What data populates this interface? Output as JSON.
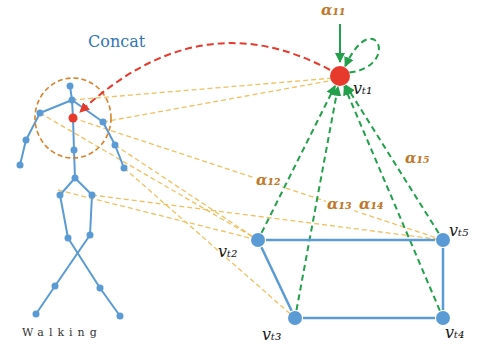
{
  "diagram": {
    "nodes": [
      {
        "text": [
          "vₜ₁"
        ]
      },
      {
        "text": [
          "vₜ₂"
        ]
      },
      {
        "text": [
          "vₜ₃"
        ]
      },
      {
        "text": [
          "vₜ₄"
        ]
      },
      {
        "text": [
          "vₜ₅"
        ]
      }
    ],
    "edges": [
      {
        "from": 0,
        "to": 0,
        "arrow": "to",
        "label": "α₁₁"
      },
      {
        "from": 1,
        "to": 0,
        "arrow": "to",
        "label": "α₁₂"
      },
      {
        "from": 2,
        "to": 0,
        "arrow": "to",
        "label": "α₁₃"
      },
      {
        "from": 3,
        "to": 0,
        "arrow": "to",
        "label": "α₁₄"
      },
      {
        "from": 4,
        "to": 0,
        "arrow": "to",
        "label": "α₁₅"
      },
      {
        "from": 1,
        "to": 4,
        "arrow": "none"
      },
      {
        "from": 4,
        "to": 3,
        "arrow": "none"
      },
      {
        "from": 3,
        "to": 2,
        "arrow": "none"
      },
      {
        "from": 2,
        "to": 1,
        "arrow": "none"
      }
    ],
    "labels": [
      "Concat",
      "Walking"
    ]
  }
}
